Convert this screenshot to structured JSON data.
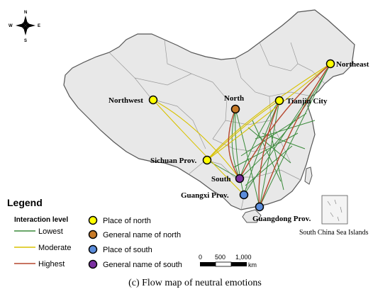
{
  "caption": "(c) Flow map of neutral emotions",
  "compass": {
    "n": "N",
    "s": "S",
    "e": "E",
    "w": "W"
  },
  "cities": {
    "northeast": {
      "label": "Northeast",
      "type": "north_place"
    },
    "northwest": {
      "label": "Northwest",
      "type": "north_place"
    },
    "north": {
      "label": "North",
      "type": "north_general"
    },
    "tianjin": {
      "label": "Tianjin City",
      "type": "north_place"
    },
    "sichuan": {
      "label": "Sichuan Prov.",
      "type": "north_place"
    },
    "south": {
      "label": "South",
      "type": "south_general"
    },
    "guangxi": {
      "label": "Guangxi Prov.",
      "type": "south_place"
    },
    "guangdong": {
      "label": "Guangdong Prov.",
      "type": "south_place"
    }
  },
  "legend": {
    "title": "Legend",
    "interaction_title": "Interaction level",
    "levels": [
      {
        "label": "Lowest",
        "color": "#3a8a3a"
      },
      {
        "label": "Moderate",
        "color": "#d8c200"
      },
      {
        "label": "Highest",
        "color": "#b5462e"
      }
    ],
    "symbols": [
      {
        "label": "Place of north",
        "color": "#ffff00"
      },
      {
        "label": "General name of north",
        "color": "#c77a28"
      },
      {
        "label": "Place of south",
        "color": "#5b8ddb"
      },
      {
        "label": "General name of south",
        "color": "#7a2fa0"
      }
    ]
  },
  "scale": {
    "t0": "0",
    "t1": "500",
    "t2": "1,000",
    "unit": "km"
  },
  "inset_label": "South China Sea Islands",
  "colors": {
    "land": "#e8e8e8",
    "border": "#9a9a9a",
    "outline": "#555555"
  }
}
